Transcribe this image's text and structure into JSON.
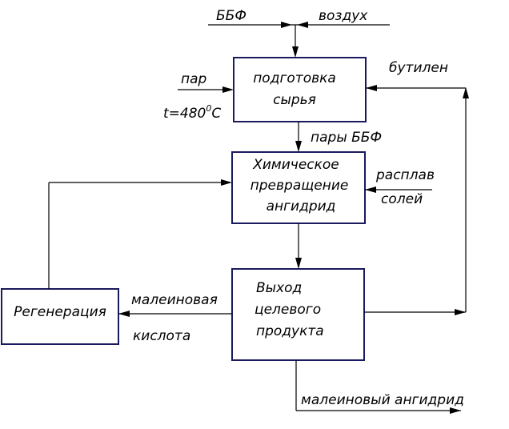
{
  "inputs": {
    "bbf": "ББФ",
    "air": "воздух",
    "steam": "пар",
    "temperature_t": "t=480",
    "temperature_deg": "0",
    "temperature_c": "C",
    "butylene": "бутилен",
    "bbf_vapors": "пары ББФ",
    "salt_melt_1": "расплав",
    "salt_melt_2": "солей"
  },
  "boxes": {
    "preparation": [
      "подготовка",
      "сырья"
    ],
    "chemical": [
      "Химическое",
      "превращение",
      "ангидрид"
    ],
    "output": [
      "Выход",
      "целевого",
      "продукта"
    ],
    "regeneration": [
      "Регенерация"
    ]
  },
  "outputs": {
    "maleic_1": "малеиновая",
    "maleic_2": "кислота",
    "maleic_anhydride": "малеиновый ангидрид"
  }
}
